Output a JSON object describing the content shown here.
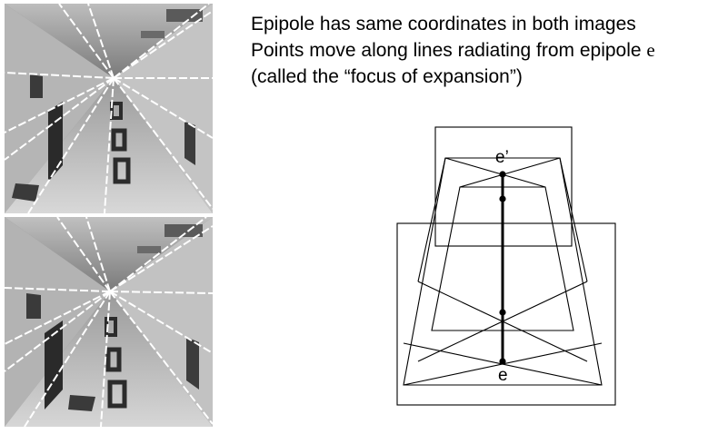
{
  "caption": {
    "line1": "Epipole has same coordinates in both images",
    "line2_prefix": "Points move along lines radiating from epipole ",
    "line2_symbol": "e",
    "line3": "(called the “focus of expansion”)"
  },
  "diagram": {
    "epipole_prime_label": "e’",
    "epipole_label": "e"
  },
  "colors": {
    "photo_gray": "#8a8a8a",
    "epipolar_line": "#ffffff",
    "stroke": "#000000"
  },
  "photos": [
    {
      "name": "corridor-photo-top"
    },
    {
      "name": "corridor-photo-bottom"
    }
  ]
}
